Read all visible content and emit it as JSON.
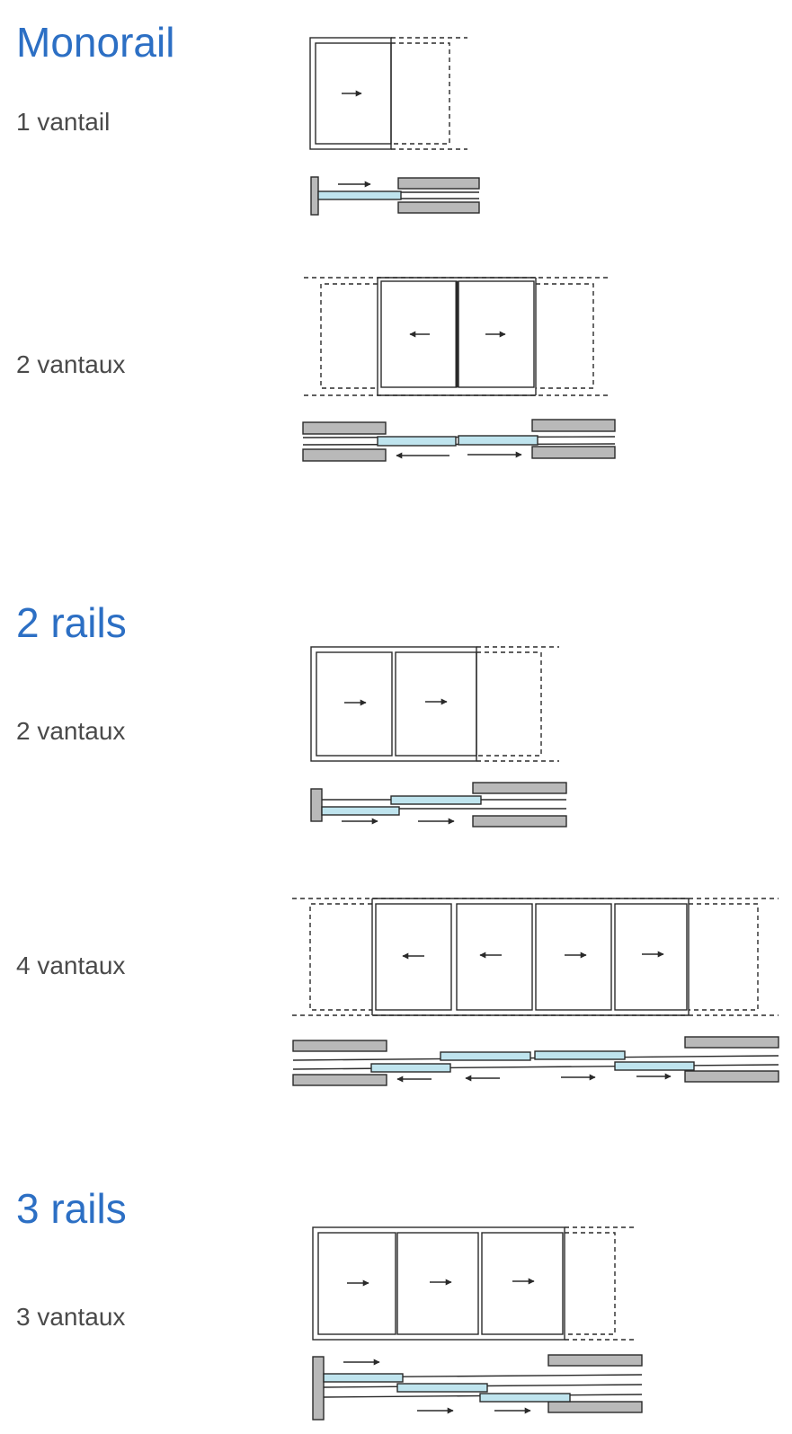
{
  "sections": [
    {
      "heading": "Monorail",
      "configs": [
        {
          "label": "1 vantail",
          "leaves": 1,
          "directions": [
            "right"
          ]
        },
        {
          "label": "2 vantaux",
          "leaves": 2,
          "directions": [
            "left",
            "right"
          ]
        }
      ]
    },
    {
      "heading": "2 rails",
      "configs": [
        {
          "label": "2 vantaux",
          "leaves": 2,
          "directions": [
            "right",
            "right"
          ]
        },
        {
          "label": "4 vantaux",
          "leaves": 4,
          "directions": [
            "left",
            "left",
            "right",
            "right"
          ]
        }
      ]
    },
    {
      "heading": "3 rails",
      "configs": [
        {
          "label": "3 vantaux",
          "leaves": 3,
          "directions": [
            "right",
            "right",
            "right"
          ]
        }
      ]
    }
  ],
  "colors": {
    "heading": "#2c6fc4",
    "label": "#4a4a4a",
    "line": "#2a2a2a",
    "wall_fill": "#b9b9b9",
    "glass_fill": "#bfe4ee"
  }
}
